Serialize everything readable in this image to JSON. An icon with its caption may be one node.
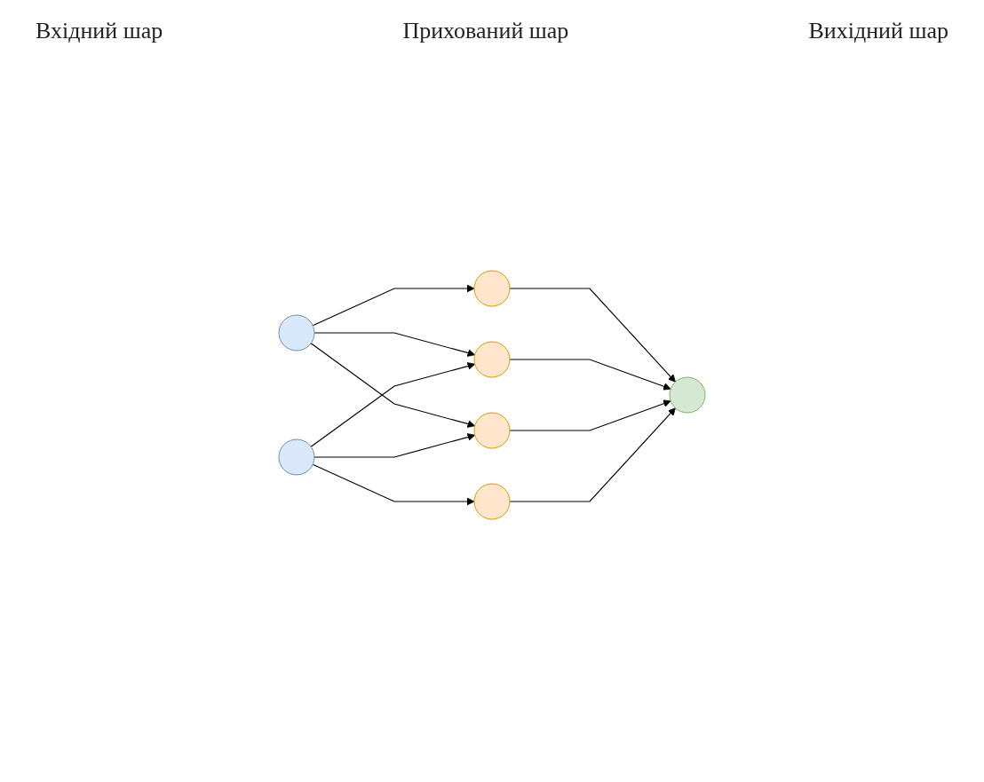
{
  "diagram": {
    "nodes": [
      {
        "text": [],
        "shape": "circle"
      },
      {
        "text": [],
        "shape": "circle"
      },
      {
        "text": [],
        "shape": "circle"
      },
      {
        "text": [],
        "shape": "circle"
      },
      {
        "text": [],
        "shape": "circle"
      },
      {
        "text": [],
        "shape": "circle"
      },
      {
        "text": [],
        "shape": "circle"
      }
    ],
    "edges": [
      {
        "from": 0,
        "to": 2,
        "arrow": "to"
      },
      {
        "from": 0,
        "to": 3,
        "arrow": "to"
      },
      {
        "from": 0,
        "to": 4,
        "arrow": "to"
      },
      {
        "from": 1,
        "to": 3,
        "arrow": "to"
      },
      {
        "from": 1,
        "to": 4,
        "arrow": "to"
      },
      {
        "from": 1,
        "to": 5,
        "arrow": "to"
      },
      {
        "from": 2,
        "to": 6,
        "arrow": "to"
      },
      {
        "from": 3,
        "to": 6,
        "arrow": "to"
      },
      {
        "from": 4,
        "to": 6,
        "arrow": "to"
      },
      {
        "from": 5,
        "to": 6,
        "arrow": "to"
      }
    ],
    "labels": [
      "Прихований шар",
      "Вхідний шар",
      "Вихідний шар"
    ]
  }
}
